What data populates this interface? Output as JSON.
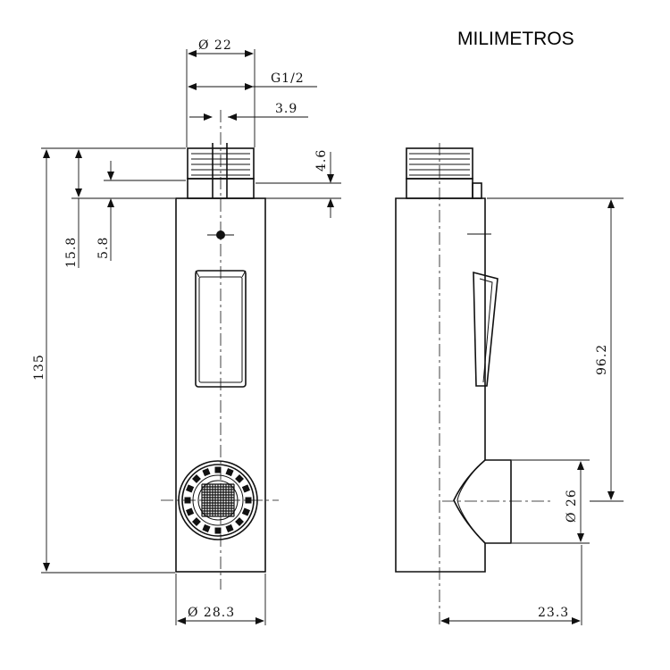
{
  "title": "MILIMETROS",
  "dimensions": {
    "thread_diameter": "Ø 22",
    "thread_spec": "G1/2",
    "pin_width": "3.9",
    "thread_gap": "4.6",
    "top_offset": "15.8",
    "pin_offset": "5.8",
    "total_height": "135",
    "body_diameter": "Ø 28.3",
    "button_height": "96.2",
    "nozzle_diameter": "Ø 26",
    "nozzle_depth": "23.3"
  }
}
